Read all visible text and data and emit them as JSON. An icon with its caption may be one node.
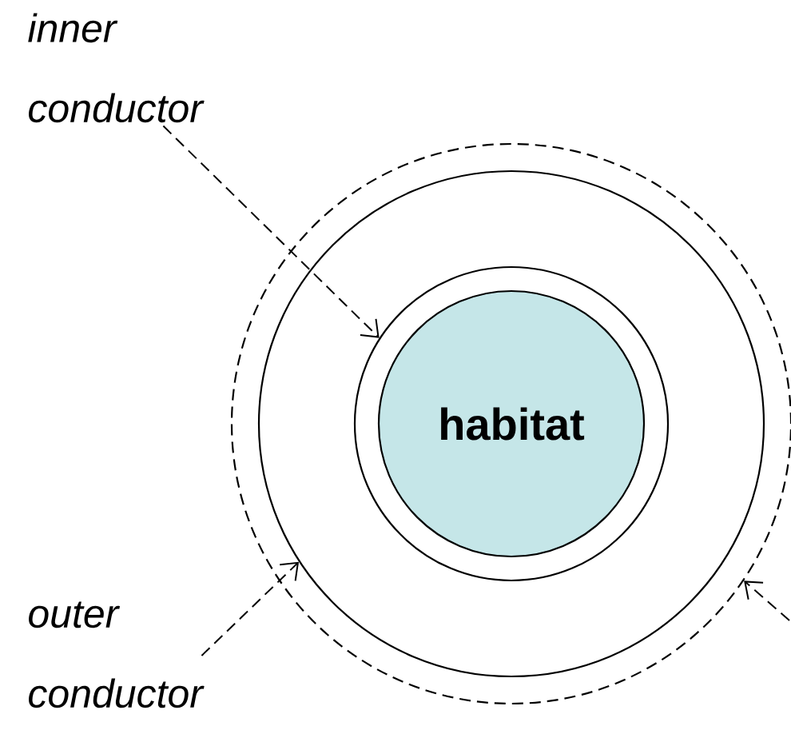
{
  "diagram": {
    "nodes": [
      {
        "text": [
          "inner conductor"
        ]
      },
      {
        "text": [],
        "shape": "circle"
      },
      {
        "text": [],
        "shape": "circle",
        "in": 1
      },
      {
        "text": [],
        "shape": "circle",
        "in": 2
      },
      {
        "text": [
          "habitat"
        ],
        "in": 3
      },
      {
        "text": [
          "outer conductor"
        ]
      }
    ],
    "edges": [
      {
        "from": 0,
        "to": 3,
        "arrow": "to",
        "style": "dashed"
      },
      {
        "from": 5,
        "to": 2,
        "arrow": "to",
        "style": "dashed"
      },
      {
        "from": null,
        "to": 1,
        "arrow": "to",
        "style": "dashed"
      }
    ]
  }
}
